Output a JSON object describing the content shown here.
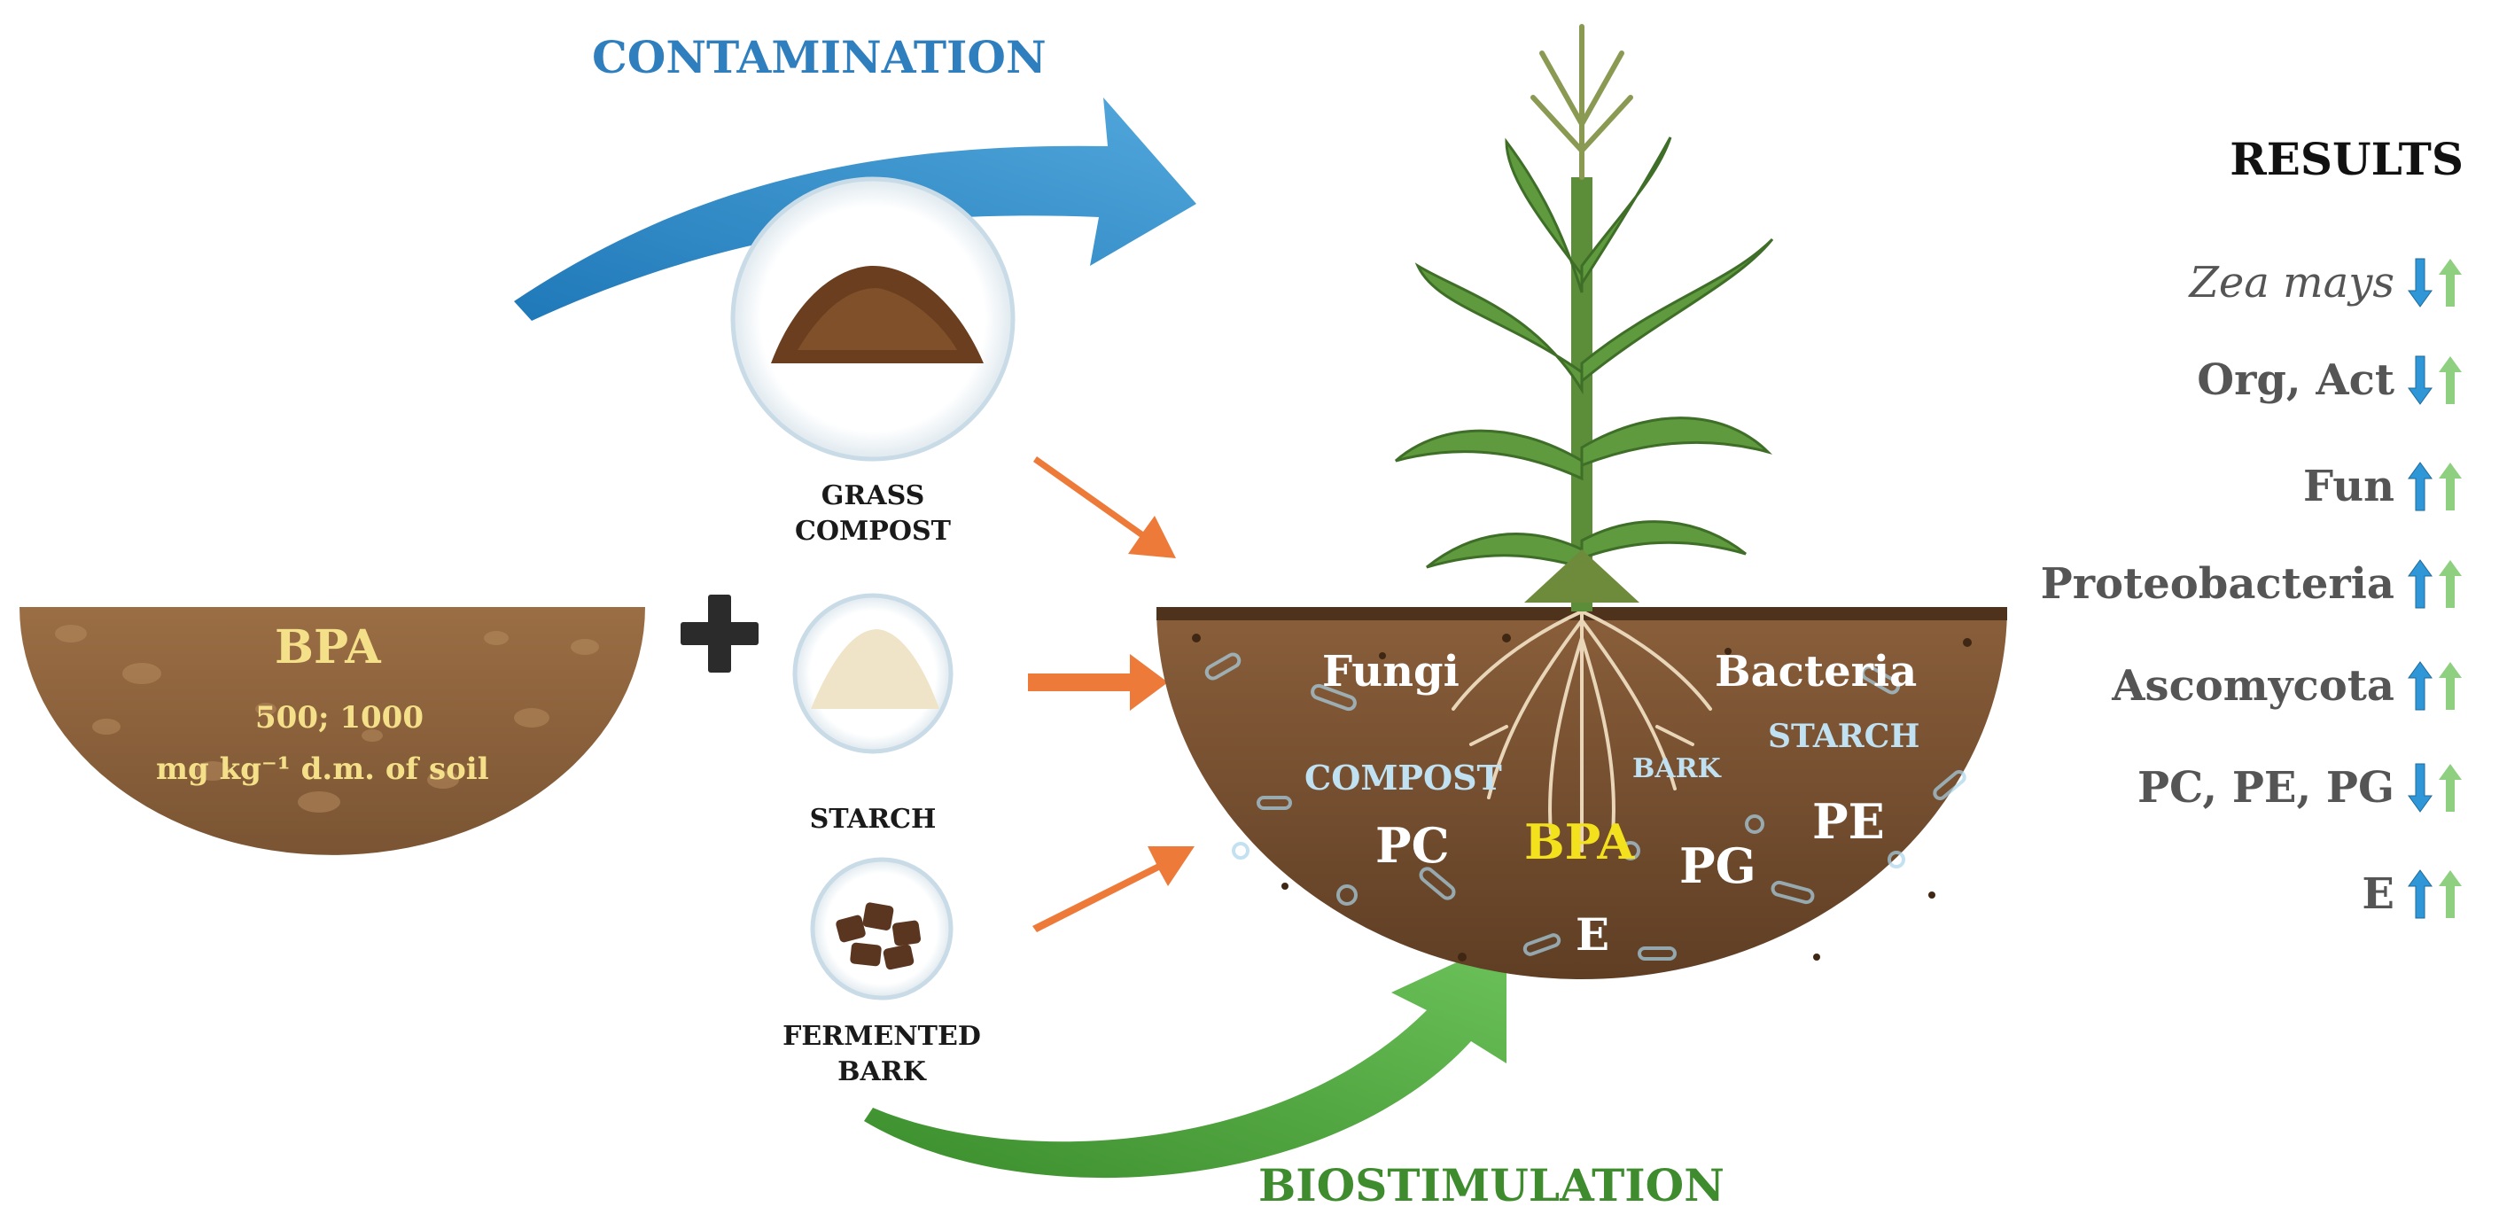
{
  "contamination_label": "CONTAMINATION",
  "biostimulation_label": "BIOSTIMULATION",
  "bpa_block": {
    "title": "BPA",
    "dose": "500; 1000",
    "unit": "mg kg⁻¹ d.m. of soil"
  },
  "plus_symbol": "+",
  "amendments": [
    {
      "label_line1": "GRASS",
      "label_line2": "COMPOST"
    },
    {
      "label_line1": "STARCH",
      "label_line2": ""
    },
    {
      "label_line1": "FERMENTED",
      "label_line2": "BARK"
    }
  ],
  "soil_labels": {
    "fungi": "Fungi",
    "bacteria": "Bacteria",
    "compost": "COMPOST",
    "bark": "BARK",
    "starch": "STARCH",
    "pc": "PC",
    "bpa": "BPA",
    "pg": "PG",
    "pe": "PE",
    "e": "E"
  },
  "results": {
    "title": "RESULTS",
    "rows": [
      {
        "text": "Zea mays",
        "italic": true,
        "first": "down",
        "second": "up"
      },
      {
        "text": "Org, Act",
        "italic": false,
        "first": "down",
        "second": "up"
      },
      {
        "text": "Fun",
        "italic": false,
        "first": "up",
        "second": "up"
      },
      {
        "text": "Proteobacteria",
        "italic": false,
        "first": "up",
        "second": "up"
      },
      {
        "text": "Ascomycota",
        "italic": false,
        "first": "up",
        "second": "up"
      },
      {
        "text": "PC, PE, PG",
        "italic": false,
        "first": "down",
        "second": "up"
      },
      {
        "text": "E",
        "italic": false,
        "first": "up",
        "second": "up"
      }
    ]
  },
  "colors": {
    "contamination_arrow": "#2f8ec9",
    "biostimulation_arrow": "#4aa23a",
    "orange_arrow": "#ee7a3a",
    "soil": "#7a5233",
    "bpa_text": "#f5e08a",
    "soil_bpa_text": "#f3e11d",
    "blue_result_arrow": "#2f97d8",
    "green_result_arrow": "#8fd080"
  }
}
